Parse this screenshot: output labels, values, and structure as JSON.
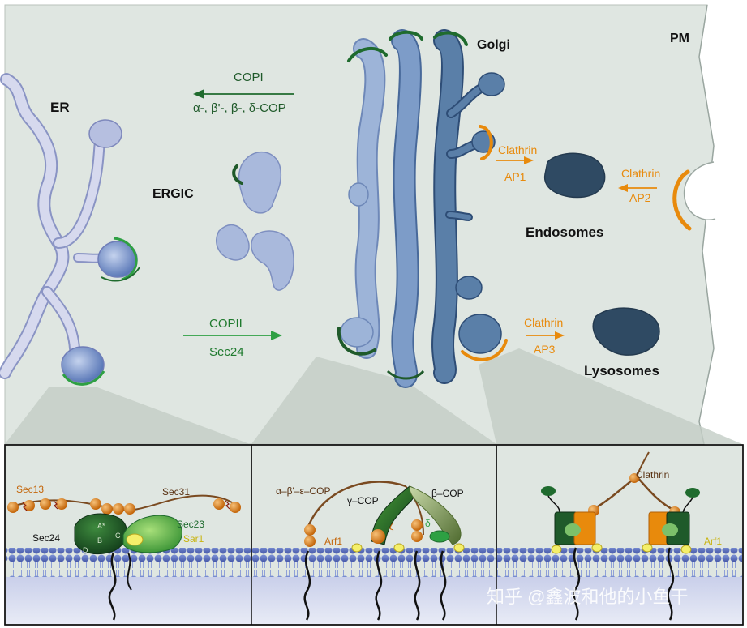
{
  "labels": {
    "er": "ER",
    "ergic": "ERGIC",
    "golgi": "Golgi",
    "pm": "PM",
    "endosomes": "Endosomes",
    "lysosomes": "Lysosomes"
  },
  "arrows": {
    "copi": {
      "line1": "COPI",
      "line2": "α-, β'-, β-, δ-COP"
    },
    "copii": {
      "line1": "COPII",
      "line2": "Sec24"
    },
    "clathrin_ap1": {
      "line1": "Clathrin",
      "line2": "AP1"
    },
    "clathrin_ap2": {
      "line1": "Clathrin",
      "line2": "AP2"
    },
    "clathrin_ap3": {
      "line1": "Clathrin",
      "line2": "AP3"
    }
  },
  "panels": {
    "copii_coat": {
      "sec13": "Sec13",
      "sec31": "Sec31",
      "sec23": "Sec23",
      "sec24": "Sec24",
      "sar1": "Sar1",
      "site_a": "A*",
      "site_b": "B",
      "site_c": "C",
      "site_d": "D"
    },
    "copi_coat": {
      "abe_cop": "α–β'–ε–COP",
      "gamma_cop": "γ–COP",
      "beta_cop": "β–COP",
      "zeta": "ζ",
      "delta": "δ",
      "arf1": "Arf1"
    },
    "clathrin_coat": {
      "clathrin": "Clathrin",
      "arf1": "Arf1"
    }
  },
  "watermark": "知乎 @鑫波和他的小鱼干",
  "colors": {
    "background": "#dfe6e1",
    "er_fill": "#c8cce6",
    "ergic_fill": "#a9b9dc",
    "golgi_light": "#9db4d8",
    "golgi_dark": "#5a7fa8",
    "endosome": "#2f4a63",
    "copi_green": "#1f6b2e",
    "copii_green": "#2ea043",
    "clathrin_orange": "#e88a0c",
    "membrane": "#4a63b5"
  }
}
